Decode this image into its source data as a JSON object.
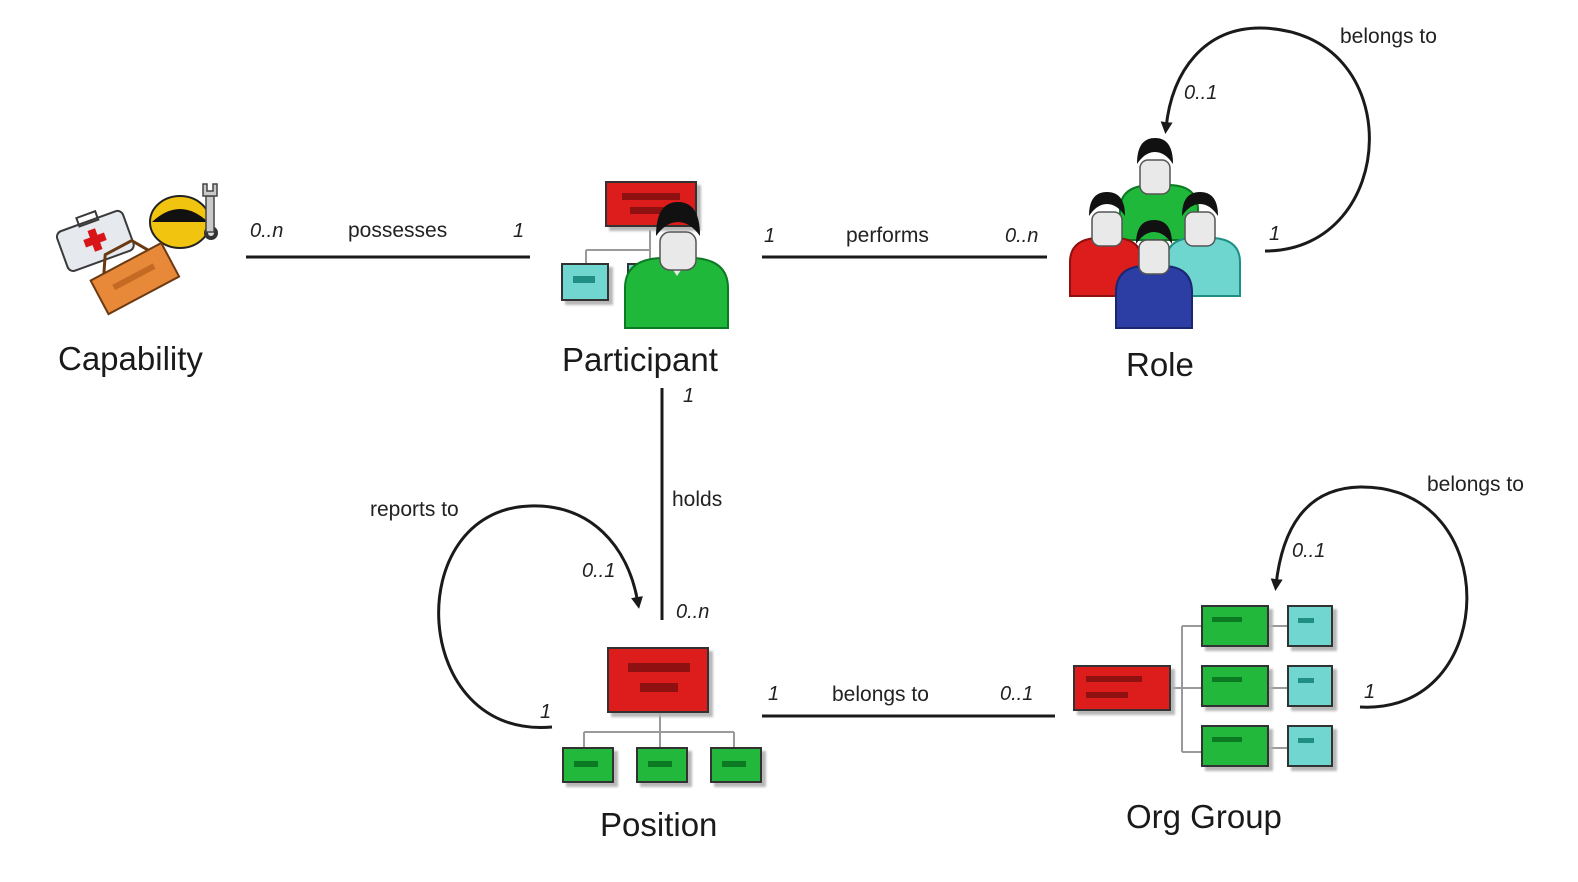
{
  "nodes": {
    "capability": "Capability",
    "participant": "Participant",
    "role": "Role",
    "position": "Position",
    "org_group": "Org Group"
  },
  "relations": {
    "possesses": {
      "label": "possesses",
      "from_mult": "0..n",
      "to_mult": "1"
    },
    "performs": {
      "label": "performs",
      "from_mult": "1",
      "to_mult": "0..n"
    },
    "role_belongs": {
      "label": "belongs to",
      "arrow_mult": "0..1",
      "tail_mult": "1"
    },
    "holds": {
      "label": "holds",
      "from_mult": "1",
      "to_mult": "0..n"
    },
    "reports_to": {
      "label": "reports to",
      "arrow_mult": "0..1",
      "tail_mult": "1"
    },
    "position_belongs": {
      "label": "belongs to",
      "from_mult": "1",
      "to_mult": "0..1"
    },
    "org_belongs": {
      "label": "belongs to",
      "arrow_mult": "0..1",
      "tail_mult": "1"
    }
  },
  "colors": {
    "red": "#dd1c1c",
    "dark_red": "#8e1010",
    "green": "#20b83a",
    "dark_green": "#0b7a22",
    "cyan": "#6fd6cf",
    "teal_bar": "#1f8f84",
    "blue": "#2c3ea3",
    "skin": "#e9e9e9",
    "line": "#1a1a1a"
  }
}
